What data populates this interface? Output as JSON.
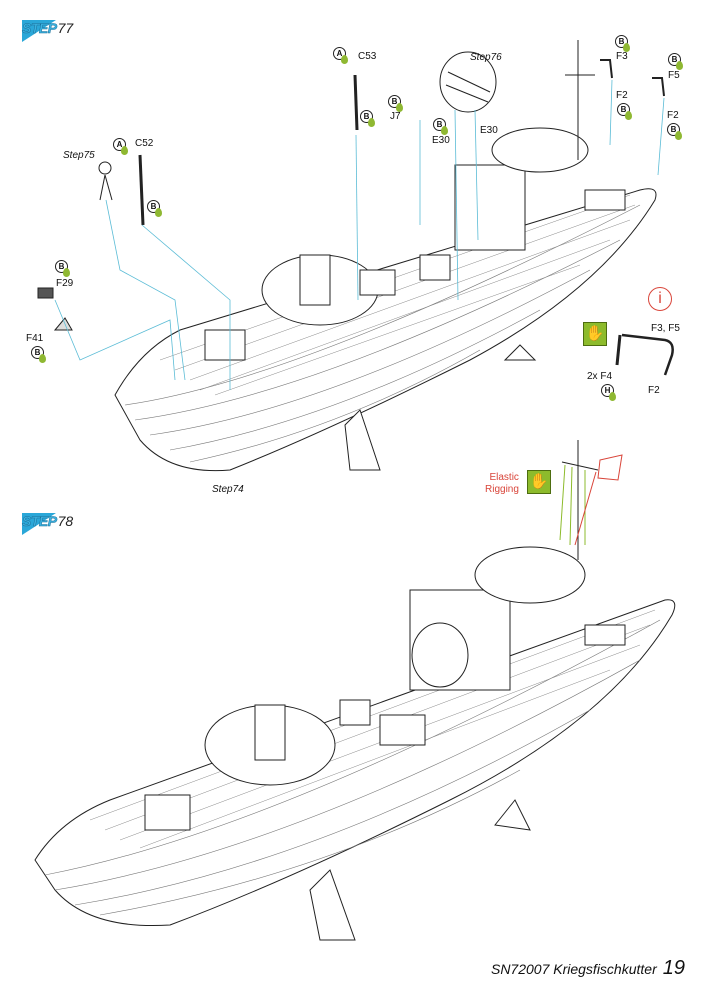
{
  "steps": [
    {
      "prefix": "STEP",
      "number": "77"
    },
    {
      "prefix": "STEP",
      "number": "78"
    }
  ],
  "step77": {
    "refs": {
      "step74": "Step74",
      "step75": "Step75",
      "step76": "Step76"
    },
    "parts": {
      "c53": "C53",
      "c52": "C52",
      "j7": "J7",
      "e30a": "E30",
      "e30b": "E30",
      "f3": "F3",
      "f5": "F5",
      "f2a": "F2",
      "f2b": "F2",
      "f29": "F29",
      "f41": "F41"
    },
    "sprues": {
      "a": "A",
      "b": "B",
      "h": "H"
    },
    "detail": {
      "f3f5": "F3, F5",
      "f4": "2x F4",
      "f2": "F2",
      "info": "i"
    }
  },
  "step78": {
    "rigging_label_line1": "Elastic",
    "rigging_label_line2": "Rigging"
  },
  "footer": {
    "title": "SN72007 Kriegsfischkutter",
    "page": "19"
  },
  "colors": {
    "accent": "#2aa7d8",
    "glue": "#8dbb2c",
    "warning": "#d9453a",
    "guide": "#5bbcd6"
  }
}
